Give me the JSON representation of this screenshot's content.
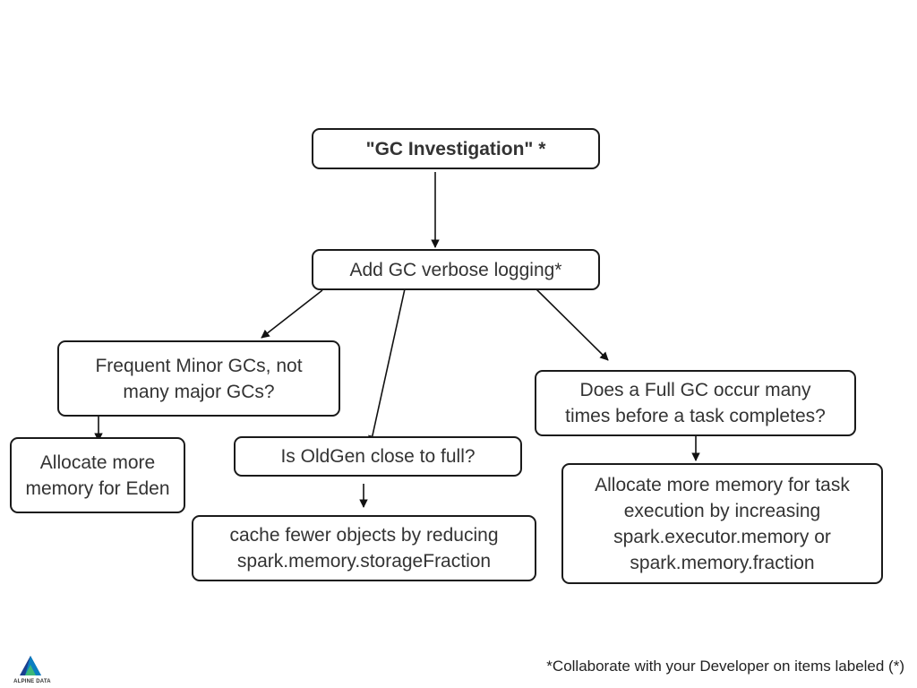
{
  "nodes": {
    "root": "\"GC Investigation\" *",
    "logging": "Add GC verbose logging*",
    "minor": "Frequent Minor GCs, not\nmany major GCs?",
    "eden": "Allocate more\nmemory for Eden",
    "oldgen": "Is OldGen close to full?",
    "cache": "cache fewer objects by reducing\nspark.memory.storageFraction",
    "fullgc": "Does a Full GC occur many\ntimes before a task completes?",
    "taskmem": "Allocate more memory for task\nexecution by increasing\nspark.executor.memory or\nspark.memory.fraction"
  },
  "footnote": "*Collaborate with your Developer on items labeled (*)",
  "logo": {
    "text": "ALPINE DATA",
    "colors": [
      "#0a7fc2",
      "#3cb878",
      "#1b3f8f"
    ]
  }
}
